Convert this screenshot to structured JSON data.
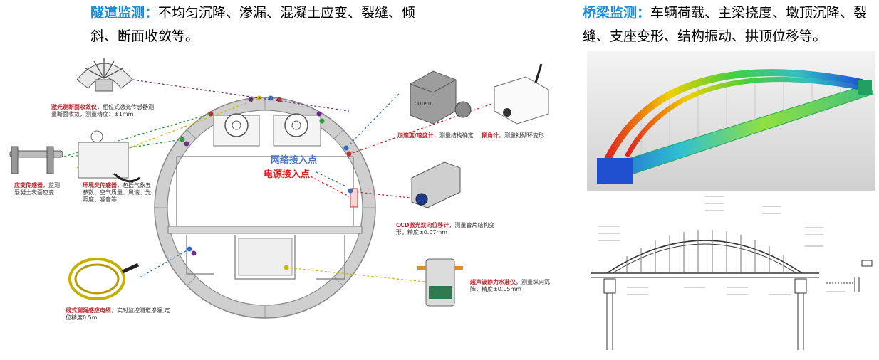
{
  "tunnel": {
    "heading_keyword": "隧道监测：",
    "heading_text": "不均匀沉降、渗漏、混凝土应变、裂缝、倾斜、断面收敛等。",
    "network_point": "网络接入点",
    "power_point": "电源接入点",
    "sensors": [
      {
        "name": "激光测断面收敛仪",
        "desc": "，相位式激光传感器测量断面收敛，测量精度：±1mm"
      },
      {
        "name": "应变传感器",
        "desc": "，监测混凝土表面应变"
      },
      {
        "name": "环境类传感器",
        "desc": "，包括气象五参数、空气质量、风速、光照度、噪音等"
      },
      {
        "name": "线式测漏感应电缆",
        "desc": "，实时监控隧道渗漏,定位精度0.5m"
      },
      {
        "name": "加速度/速度计",
        "desc": "，测量结构确定"
      },
      {
        "name": "倾角计",
        "desc": "，测量衬砌环变形"
      },
      {
        "name": "CCD激光双向位移计",
        "desc": "，测量管片结构变形，精度±0.07mm"
      },
      {
        "name": "超声波静力水准仪",
        "desc": "，测量纵向沉降，精度±0.05mm"
      }
    ],
    "device_labels": {
      "accelerometer_text": "OUTPUT"
    }
  },
  "bridge": {
    "heading_keyword": "桥梁监测：",
    "heading_text": "车辆荷载、主梁挠度、墩顶沉降、裂缝、支座变形、结构振动、拱顶位移等。"
  },
  "colors": {
    "keyword_blue": "#1a8cd8",
    "sensor_red": "#c0282f",
    "network_blue": "#4f79c7",
    "power_red": "#d62020",
    "tunnel_gray": "#c9c9c9"
  }
}
